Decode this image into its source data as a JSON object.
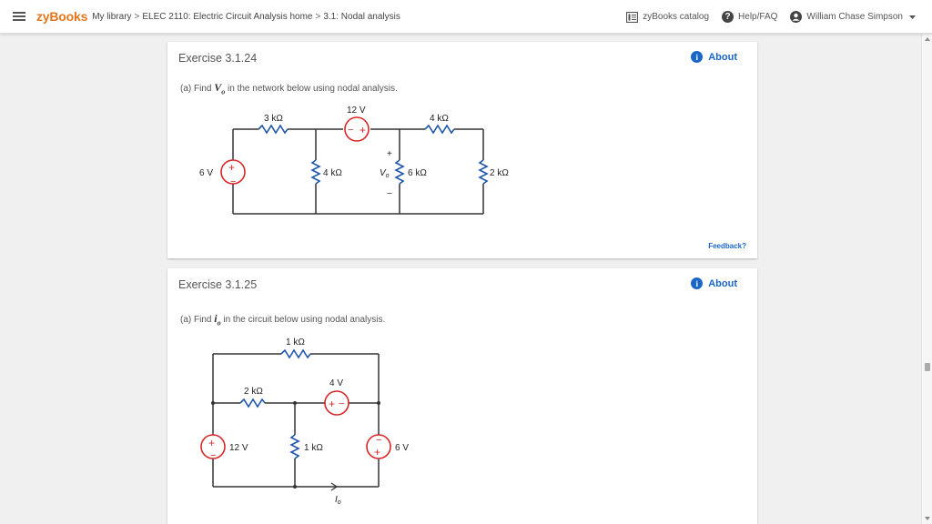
{
  "header": {
    "brand": "zyBooks",
    "breadcrumb": [
      {
        "label": "My library"
      },
      {
        "label": "ELEC 2110: Electric Circuit Analysis home"
      },
      {
        "label": "3.1: Nodal analysis"
      }
    ],
    "catalog_label": "zyBooks catalog",
    "help_label": "Help/FAQ",
    "user_name": "William Chase Simpson"
  },
  "exercise1": {
    "title": "Exercise 3.1.24",
    "about_label": "About",
    "question_prefix": "(a)  Find",
    "question_var": "V",
    "question_var_sub": "o",
    "question_suffix": "in the network below using nodal analysis.",
    "feedback_label": "Feedback?",
    "circuit": {
      "r1": "3 kΩ",
      "v_top": "12 V",
      "r2": "4 kΩ",
      "v_left": "6 V",
      "r3": "4 kΩ",
      "vo": "V",
      "vo_sub": "o",
      "r4": "6 kΩ",
      "r5": "2 kΩ",
      "plus": "+",
      "minus": "−"
    }
  },
  "exercise2": {
    "title": "Exercise 3.1.25",
    "about_label": "About",
    "question_prefix": "(a)  Find",
    "question_var": "i",
    "question_var_sub": "o",
    "question_suffix": "in the circuit below using nodal analysis.",
    "circuit": {
      "r_top": "1 kΩ",
      "r_mid": "2 kΩ",
      "v_mid": "4 V",
      "v_left": "12 V",
      "r_bottom": "1 kΩ",
      "v_right": "6 V",
      "io": "I",
      "io_sub": "o",
      "plus": "+",
      "minus": "−"
    }
  },
  "colors": {
    "brand": "#e6761e",
    "link": "#1a66c7",
    "source_red": "#d62828",
    "resistor_blue": "#1f55a8"
  }
}
